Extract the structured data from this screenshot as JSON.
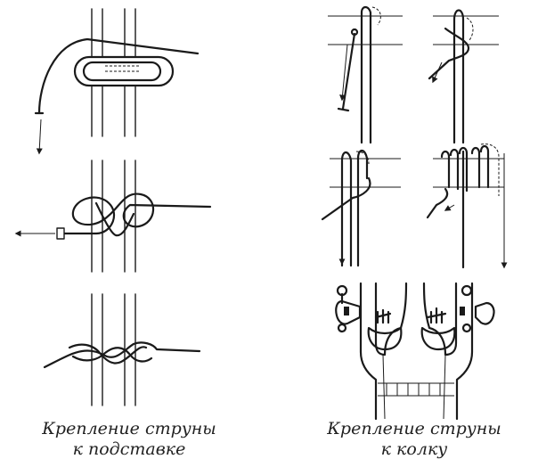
{
  "captions": {
    "left": [
      "Крепление струны",
      "к подставке"
    ],
    "right": [
      "Крепление струны",
      "к колку"
    ]
  }
}
